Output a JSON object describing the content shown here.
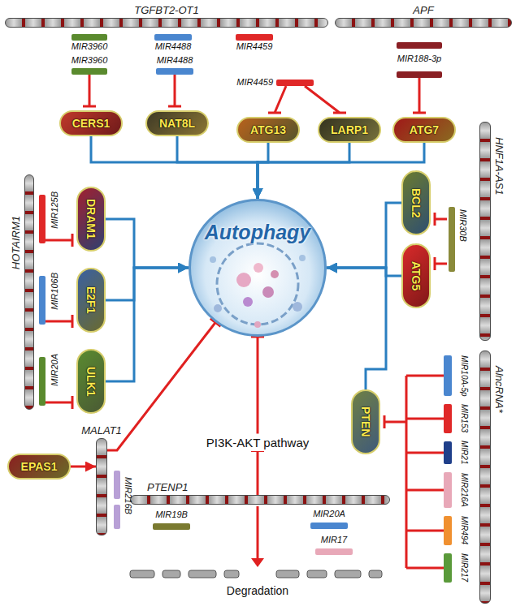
{
  "diagram": {
    "nodes": [
      {
        "text": [
          "TGFBT2-OT1"
        ]
      },
      {
        "text": [
          "APF"
        ]
      },
      {
        "text": [
          "CERS1"
        ]
      },
      {
        "text": [
          "NAT8L"
        ]
      },
      {
        "text": [
          "ATG13"
        ]
      },
      {
        "text": [
          "LARP1"
        ]
      },
      {
        "text": [
          "ATG7"
        ]
      },
      {
        "text": [
          "HOTAIRM1"
        ]
      },
      {
        "text": [
          "DRAM1"
        ]
      },
      {
        "text": [
          "E2F1"
        ]
      },
      {
        "text": [
          "ULK1"
        ]
      },
      {
        "text": [
          "Autophagy"
        ]
      },
      {
        "text": [
          "HNF1A-AS1"
        ]
      },
      {
        "text": [
          "BCL2"
        ]
      },
      {
        "text": [
          "ATG5"
        ]
      },
      {
        "text": [
          "EPAS1"
        ]
      },
      {
        "text": [
          "MALAT1"
        ]
      },
      {
        "text": [
          "PI3K-AKT pathway"
        ]
      },
      {
        "text": [
          "AlncRNA*"
        ]
      },
      {
        "text": [
          "PTEN"
        ]
      },
      {
        "text": [
          "PTENP1"
        ]
      }
    ],
    "edges": [
      {
        "from": 2,
        "to": 11,
        "arrow": "to"
      },
      {
        "from": 3,
        "to": 11,
        "arrow": "to"
      },
      {
        "from": 4,
        "to": 11,
        "arrow": "to"
      },
      {
        "from": 5,
        "to": 11,
        "arrow": "to"
      },
      {
        "from": 6,
        "to": 11,
        "arrow": "to"
      },
      {
        "from": 8,
        "to": 11,
        "arrow": "to"
      },
      {
        "from": 9,
        "to": 11,
        "arrow": "to"
      },
      {
        "from": 10,
        "to": 11,
        "arrow": "to"
      },
      {
        "from": 13,
        "to": 11,
        "arrow": "to"
      },
      {
        "from": 14,
        "to": 11,
        "arrow": "to"
      },
      {
        "from": 19,
        "to": 11,
        "arrow": "to"
      },
      {
        "from": 15,
        "to": 16,
        "arrow": "to"
      },
      {
        "from": 16,
        "to": 11,
        "arrow": "to"
      },
      {
        "from": 20,
        "to": 17,
        "arrow": "to"
      },
      {
        "from": 17,
        "to": 11,
        "arrow": "to"
      }
    ],
    "labels": [
      "MIR3960",
      "MIR4488",
      "MIR4459",
      "MIR3960",
      "MIR4488",
      "MIR4459",
      "MIR188-3p",
      "MIR125B",
      "MIR106B",
      "MIR20A",
      "MIR216B",
      "MIR19B",
      "MIR20A",
      "MIR17",
      "Degradation",
      "MIR30B",
      "MIR10A-5p",
      "MIR153",
      "MIR21",
      "MIR216A",
      "MIR494",
      "MIR217"
    ]
  }
}
